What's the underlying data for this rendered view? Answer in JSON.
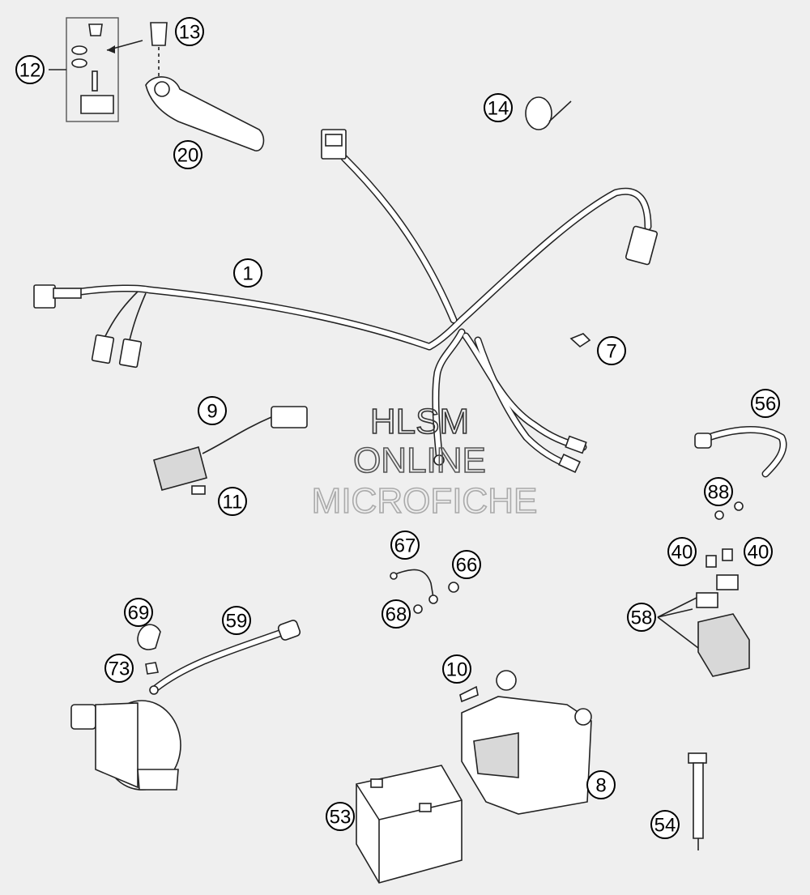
{
  "callouts": [
    {
      "id": "c1",
      "label": "1"
    },
    {
      "id": "c7",
      "label": "7"
    },
    {
      "id": "c8",
      "label": "8"
    },
    {
      "id": "c9",
      "label": "9"
    },
    {
      "id": "c10",
      "label": "10"
    },
    {
      "id": "c11",
      "label": "11"
    },
    {
      "id": "c12",
      "label": "12"
    },
    {
      "id": "c13",
      "label": "13"
    },
    {
      "id": "c14",
      "label": "14"
    },
    {
      "id": "c20",
      "label": "20"
    },
    {
      "id": "c40a",
      "label": "40"
    },
    {
      "id": "c40b",
      "label": "40"
    },
    {
      "id": "c53",
      "label": "53"
    },
    {
      "id": "c54",
      "label": "54"
    },
    {
      "id": "c56",
      "label": "56"
    },
    {
      "id": "c58",
      "label": "58"
    },
    {
      "id": "c59",
      "label": "59"
    },
    {
      "id": "c66",
      "label": "66"
    },
    {
      "id": "c67",
      "label": "67"
    },
    {
      "id": "c68",
      "label": "68"
    },
    {
      "id": "c69",
      "label": "69"
    },
    {
      "id": "c73",
      "label": "73"
    },
    {
      "id": "c88",
      "label": "88"
    }
  ],
  "watermark": {
    "line1": "HLSM",
    "line2": "ONLINE",
    "line3": "MICROFICHE"
  }
}
